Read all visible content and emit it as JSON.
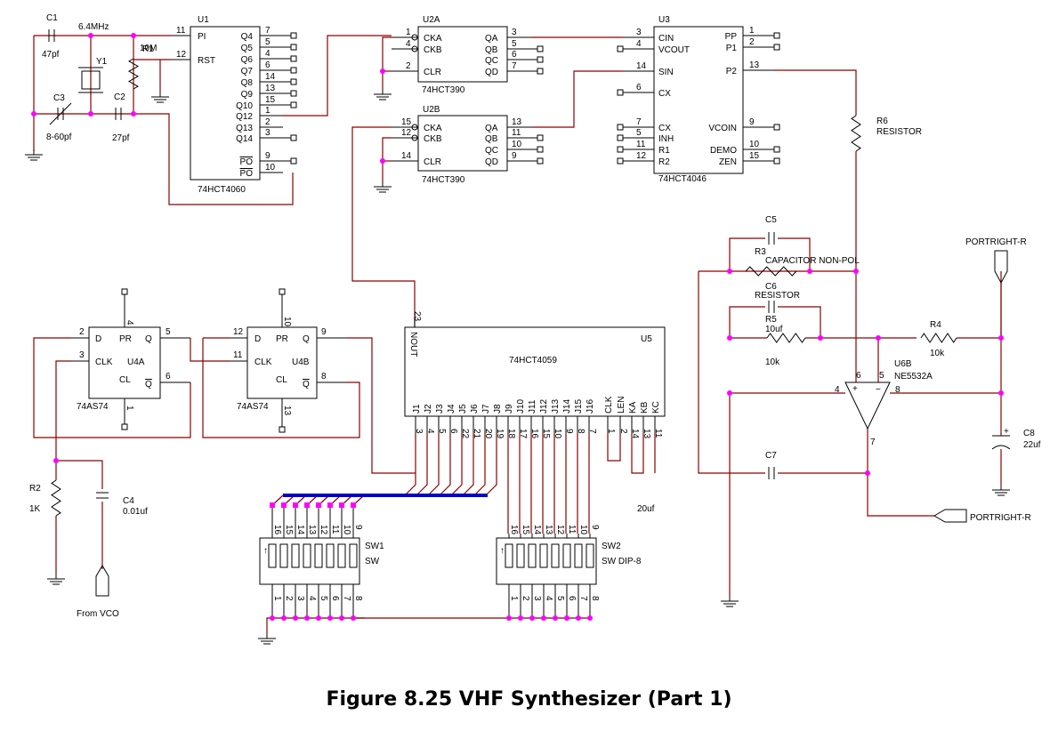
{
  "figure_caption": "Figure 8.25 VHF Synthesizer (Part 1)",
  "colors": {
    "wire": "#8b0000",
    "component": "#000000",
    "junction": "#ff00ff",
    "bus": "#0000cc"
  },
  "components": {
    "U1": {
      "ref": "U1",
      "part": "74HCT4060",
      "left_pins": [
        {
          "num": "11",
          "name": "PI"
        },
        {
          "num": "12",
          "name": "RST"
        }
      ],
      "right_pins": [
        {
          "num": "7",
          "name": "Q4"
        },
        {
          "num": "5",
          "name": "Q5"
        },
        {
          "num": "4",
          "name": "Q6"
        },
        {
          "num": "6",
          "name": "Q7"
        },
        {
          "num": "14",
          "name": "Q8"
        },
        {
          "num": "13",
          "name": "Q9"
        },
        {
          "num": "15",
          "name": "Q10"
        },
        {
          "num": "1",
          "name": "Q12"
        },
        {
          "num": "2",
          "name": "Q13"
        },
        {
          "num": "3",
          "name": "Q14"
        },
        {
          "num": "9",
          "name": "PO"
        },
        {
          "num": "10",
          "name": "PO"
        }
      ]
    },
    "U2A": {
      "ref": "U2A",
      "part": "74HCT390",
      "left_pins": [
        {
          "num": "1",
          "name": "CKA"
        },
        {
          "num": "4",
          "name": "CKB"
        },
        {
          "num": "2",
          "name": "CLR"
        }
      ],
      "right_pins": [
        {
          "num": "3",
          "name": "QA"
        },
        {
          "num": "5",
          "name": "QB"
        },
        {
          "num": "6",
          "name": "QC"
        },
        {
          "num": "7",
          "name": "QD"
        }
      ]
    },
    "U2B": {
      "ref": "U2B",
      "part": "74HCT390",
      "left_pins": [
        {
          "num": "15",
          "name": "CKA"
        },
        {
          "num": "12",
          "name": "CKB"
        },
        {
          "num": "14",
          "name": "CLR"
        }
      ],
      "right_pins": [
        {
          "num": "13",
          "name": "QA"
        },
        {
          "num": "11",
          "name": "QB"
        },
        {
          "num": "10",
          "name": "QC"
        },
        {
          "num": "9",
          "name": "QD"
        }
      ]
    },
    "U3": {
      "ref": "U3",
      "part": "74HCT4046",
      "left_pins": [
        {
          "num": "3",
          "name": "CIN"
        },
        {
          "num": "4",
          "name": "VCOUT"
        },
        {
          "num": "14",
          "name": "SIN"
        },
        {
          "num": "6",
          "name": "CX"
        },
        {
          "num": "7",
          "name": "CX"
        },
        {
          "num": "5",
          "name": "INH"
        },
        {
          "num": "11",
          "name": "R1"
        },
        {
          "num": "12",
          "name": "R2"
        }
      ],
      "right_pins": [
        {
          "num": "1",
          "name": "PP"
        },
        {
          "num": "2",
          "name": "P1"
        },
        {
          "num": "13",
          "name": "P2"
        },
        {
          "num": "9",
          "name": "VCOIN"
        },
        {
          "num": "10",
          "name": "DEMO"
        },
        {
          "num": "15",
          "name": "ZEN"
        }
      ]
    },
    "U4A": {
      "ref": "U4A",
      "part": "74AS74",
      "pins": {
        "D": "2",
        "CLK": "3",
        "PR": "4",
        "CL": "1",
        "Q": "5",
        "QN": "6"
      },
      "labels": {
        "D": "D",
        "CLK": "CLK",
        "PR": "PR",
        "CL": "CL",
        "Q": "Q",
        "QN": "Q"
      }
    },
    "U4B": {
      "ref": "U4B",
      "part": "74AS74",
      "pins": {
        "D": "12",
        "CLK": "11",
        "PR": "10",
        "CL": "13",
        "Q": "9",
        "QN": "8"
      },
      "labels": {
        "D": "D",
        "CLK": "CLK",
        "PR": "PR",
        "CL": "CL",
        "Q": "Q",
        "QN": "Q"
      }
    },
    "U5": {
      "ref": "U5",
      "part": "74HCT4059",
      "nout_pin": "23",
      "nout_label": "NOUT",
      "bottom_pins": [
        {
          "num": "3",
          "name": "J1"
        },
        {
          "num": "4",
          "name": "J2"
        },
        {
          "num": "5",
          "name": "J3"
        },
        {
          "num": "6",
          "name": "J4"
        },
        {
          "num": "22",
          "name": "J5"
        },
        {
          "num": "21",
          "name": "J6"
        },
        {
          "num": "20",
          "name": "J7"
        },
        {
          "num": "19",
          "name": "J8"
        },
        {
          "num": "18",
          "name": "J9"
        },
        {
          "num": "17",
          "name": "J10"
        },
        {
          "num": "16",
          "name": "J11"
        },
        {
          "num": "15",
          "name": "J12"
        },
        {
          "num": "10",
          "name": "J13"
        },
        {
          "num": "9",
          "name": "J14"
        },
        {
          "num": "8",
          "name": "J15"
        },
        {
          "num": "7",
          "name": "J16"
        },
        {
          "num": "1",
          "name": "CLK"
        },
        {
          "num": "2",
          "name": "LEN"
        },
        {
          "num": "14",
          "name": "KA"
        },
        {
          "num": "13",
          "name": "KB"
        },
        {
          "num": "11",
          "name": "KC"
        }
      ]
    },
    "U6B": {
      "ref": "U6B",
      "part": "NE5532A",
      "pin_plus": "4",
      "pin_minus": "8",
      "pin_v6": "6",
      "pin_v5": "5",
      "pin_out": "7"
    },
    "SW1": {
      "ref": "SW1",
      "part": "SW",
      "top_pins": [
        "16",
        "15",
        "14",
        "13",
        "12",
        "11",
        "10",
        "9"
      ],
      "bottom_pins": [
        "1",
        "2",
        "3",
        "4",
        "5",
        "6",
        "7",
        "8"
      ]
    },
    "SW2": {
      "ref": "SW2",
      "part": "SW DIP-8",
      "top_pins": [
        "16",
        "15",
        "14",
        "13",
        "12",
        "11",
        "10",
        "9"
      ],
      "bottom_pins": [
        "1",
        "2",
        "3",
        "4",
        "5",
        "6",
        "7",
        "8"
      ]
    },
    "C1": {
      "ref": "C1",
      "value": "47pf"
    },
    "C2": {
      "ref": "C2",
      "value": "27pf"
    },
    "C3": {
      "ref": "C3",
      "value": "8-60pf"
    },
    "C4": {
      "ref": "C4",
      "value": "0.01uf"
    },
    "C5": {
      "ref": "C5",
      "value": "CAPACITOR NON-POL"
    },
    "C6": {
      "ref": "C6",
      "value": "10uf"
    },
    "C7": {
      "ref": "C7",
      "value": "20uf"
    },
    "C8": {
      "ref": "C8",
      "value": "22uf"
    },
    "R1": {
      "ref": "R1",
      "value": "10M"
    },
    "R2": {
      "ref": "R2",
      "value": "1K"
    },
    "R3": {
      "ref": "R3",
      "value": "RESISTOR"
    },
    "R4": {
      "ref": "R4",
      "value": "10k"
    },
    "R5": {
      "ref": "R5",
      "value": "10k"
    },
    "R6": {
      "ref": "R6",
      "value": "RESISTOR"
    },
    "Y1": {
      "ref": "Y1",
      "value": "6.4MHz"
    }
  },
  "ports": {
    "port1": "PORTRIGHT-R",
    "port2": "PORTRIGHT-R",
    "from_vco": "From VCO"
  }
}
